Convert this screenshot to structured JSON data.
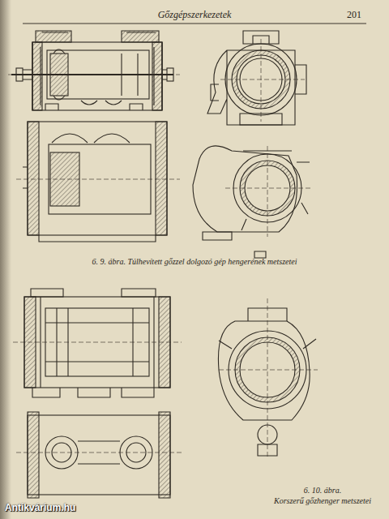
{
  "diagram": {
    "labels": [
      "Gőzgépszerkezetek",
      "201",
      "6. 9. ábra. Túlhevített gőzzel dolgozó gép hengerének metszetei",
      "6. 10. ábra.",
      "Korszerű gőzhenger metszetei",
      "Antikvárium.hu"
    ]
  }
}
